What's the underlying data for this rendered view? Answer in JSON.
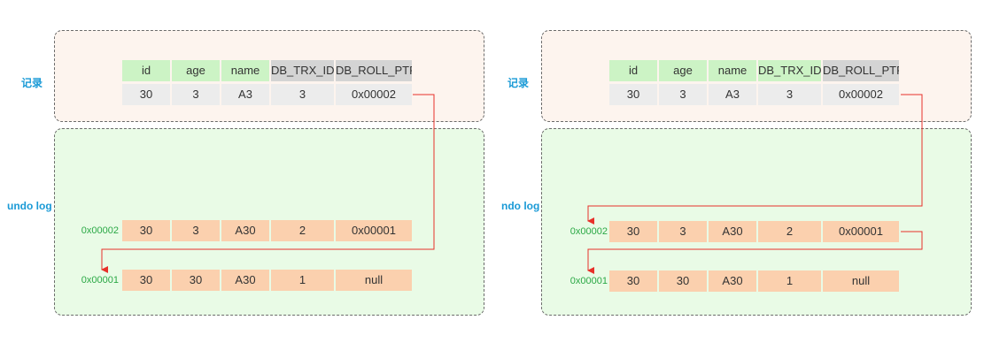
{
  "labels": {
    "record": "记录",
    "undo": "undo log"
  },
  "panels": [
    {
      "record_headers": [
        "id",
        "age",
        "name",
        "DB_TRX_ID",
        "DB_ROLL_PTR"
      ],
      "record_values": [
        "30",
        "3",
        "A3",
        "3",
        "0x00002"
      ],
      "undo_label": "undo log",
      "undo_rows": [
        {
          "address": "0x00002",
          "values": [
            "30",
            "3",
            "A30",
            "2",
            "0x00001"
          ]
        },
        {
          "address": "0x00001",
          "values": [
            "30",
            "30",
            "A30",
            "1",
            "null"
          ]
        }
      ]
    },
    {
      "record_headers": [
        "id",
        "age",
        "name",
        "DB_TRX_ID",
        "DB_ROLL_PTR"
      ],
      "record_values": [
        "30",
        "3",
        "A3",
        "3",
        "0x00002"
      ],
      "undo_label": "ndo log",
      "undo_rows": [
        {
          "address": "0x00002",
          "values": [
            "30",
            "3",
            "A30",
            "2",
            "0x00001"
          ]
        },
        {
          "address": "0x00001",
          "values": [
            "30",
            "30",
            "A30",
            "1",
            "null"
          ]
        }
      ]
    }
  ],
  "colors": {
    "header_green": "#ccf3c5",
    "header_gray": "#d4d4d4",
    "value_gray": "#ececec",
    "value_peach": "#fbd0ae",
    "arrow_red": "#e8302a",
    "label_blue": "#1a9ad6",
    "address_green": "#2aa845"
  }
}
